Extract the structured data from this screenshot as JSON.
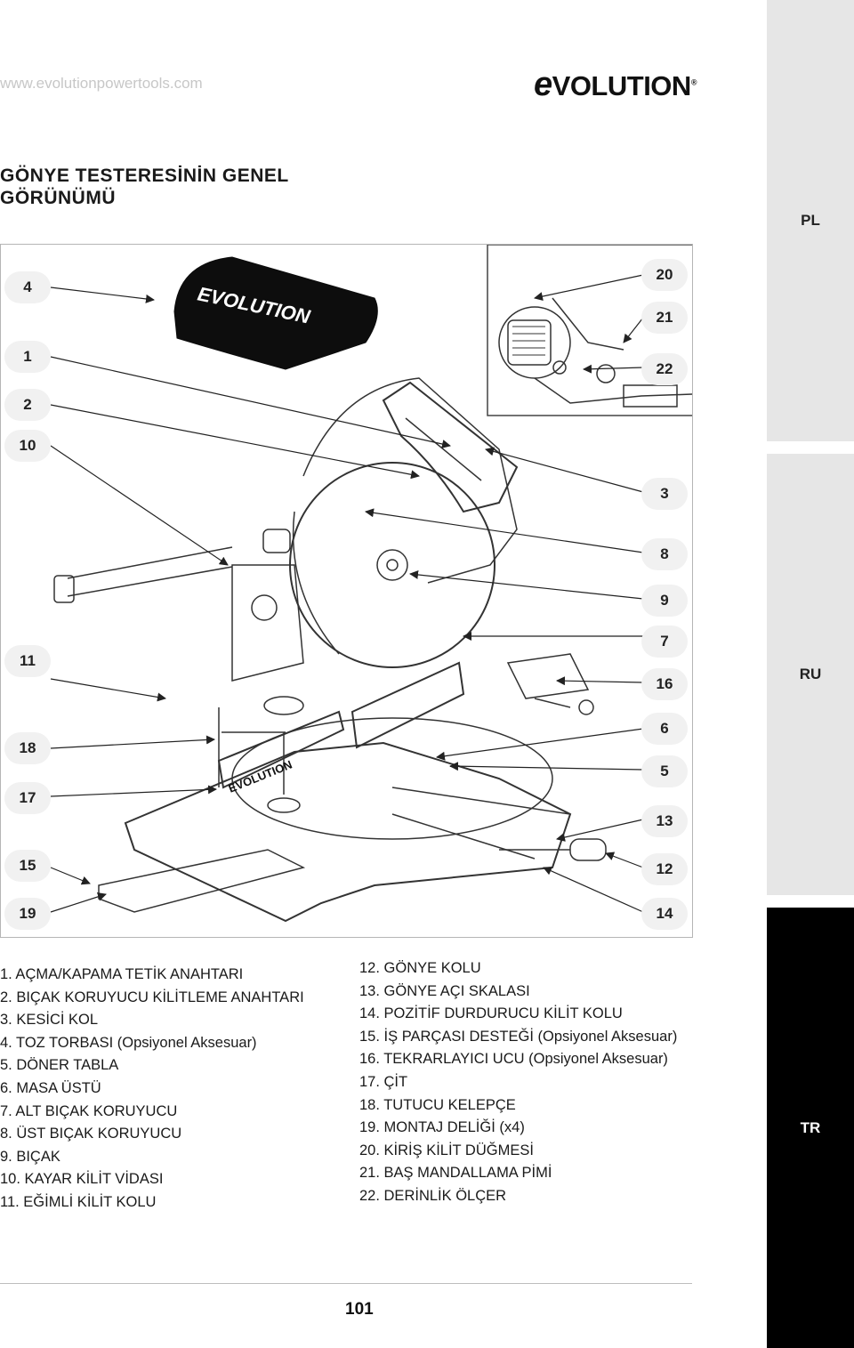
{
  "header": {
    "url": "www.evolutionpowertools.com",
    "logo_e": "e",
    "logo_rest": "VOLUTION",
    "logo_reg": "®"
  },
  "title": "GÖNYE TESTERESİNİN GENEL GÖRÜNÜMÜ",
  "language_tabs": [
    {
      "label": "PL",
      "active": false
    },
    {
      "label": "RU",
      "active": false
    },
    {
      "label": "TR",
      "active": true
    }
  ],
  "diagram": {
    "bag_logo": "EVOLUTION",
    "fence_logo": "EVOLUTION",
    "left_callouts": [
      "4",
      "1",
      "2",
      "10",
      "11",
      "18",
      "17",
      "15",
      "19"
    ],
    "right_callouts": [
      "20",
      "21",
      "22",
      "3",
      "8",
      "9",
      "7",
      "16",
      "6",
      "5",
      "13",
      "12",
      "14"
    ]
  },
  "parts_left": [
    "1. AÇMA/KAPAMA TETİK ANAHTARI",
    "2. BIÇAK KORUYUCU KİLİTLEME ANAHTARI",
    "3. KESİCİ KOL",
    "4. TOZ TORBASI (Opsiyonel Aksesuar)",
    "5. DÖNER TABLA",
    "6. MASA ÜSTÜ",
    "7. ALT BIÇAK KORUYUCU",
    "8. ÜST BIÇAK KORUYUCU",
    "9. BIÇAK",
    "10. KAYAR KİLİT VİDASI",
    "11. EĞİMLİ KİLİT KOLU"
  ],
  "parts_right": [
    "12. GÖNYE KOLU",
    "13. GÖNYE AÇI SKALASI",
    "14. POZİTİF DURDURUCU KİLİT KOLU",
    "15. İŞ PARÇASI DESTEĞİ (Opsiyonel Aksesuar)",
    "16. TEKRARLAYICI UCU (Opsiyonel Aksesuar)",
    "17. ÇİT",
    "18. TUTUCU KELEPÇE",
    "19. MONTAJ DELİĞİ (x4)",
    "20. KİRİŞ KİLİT DÜĞMESİ",
    "21. BAŞ MANDALLAMA PİMİ",
    "22. DERİNLİK ÖLÇER"
  ],
  "page_number": "101"
}
